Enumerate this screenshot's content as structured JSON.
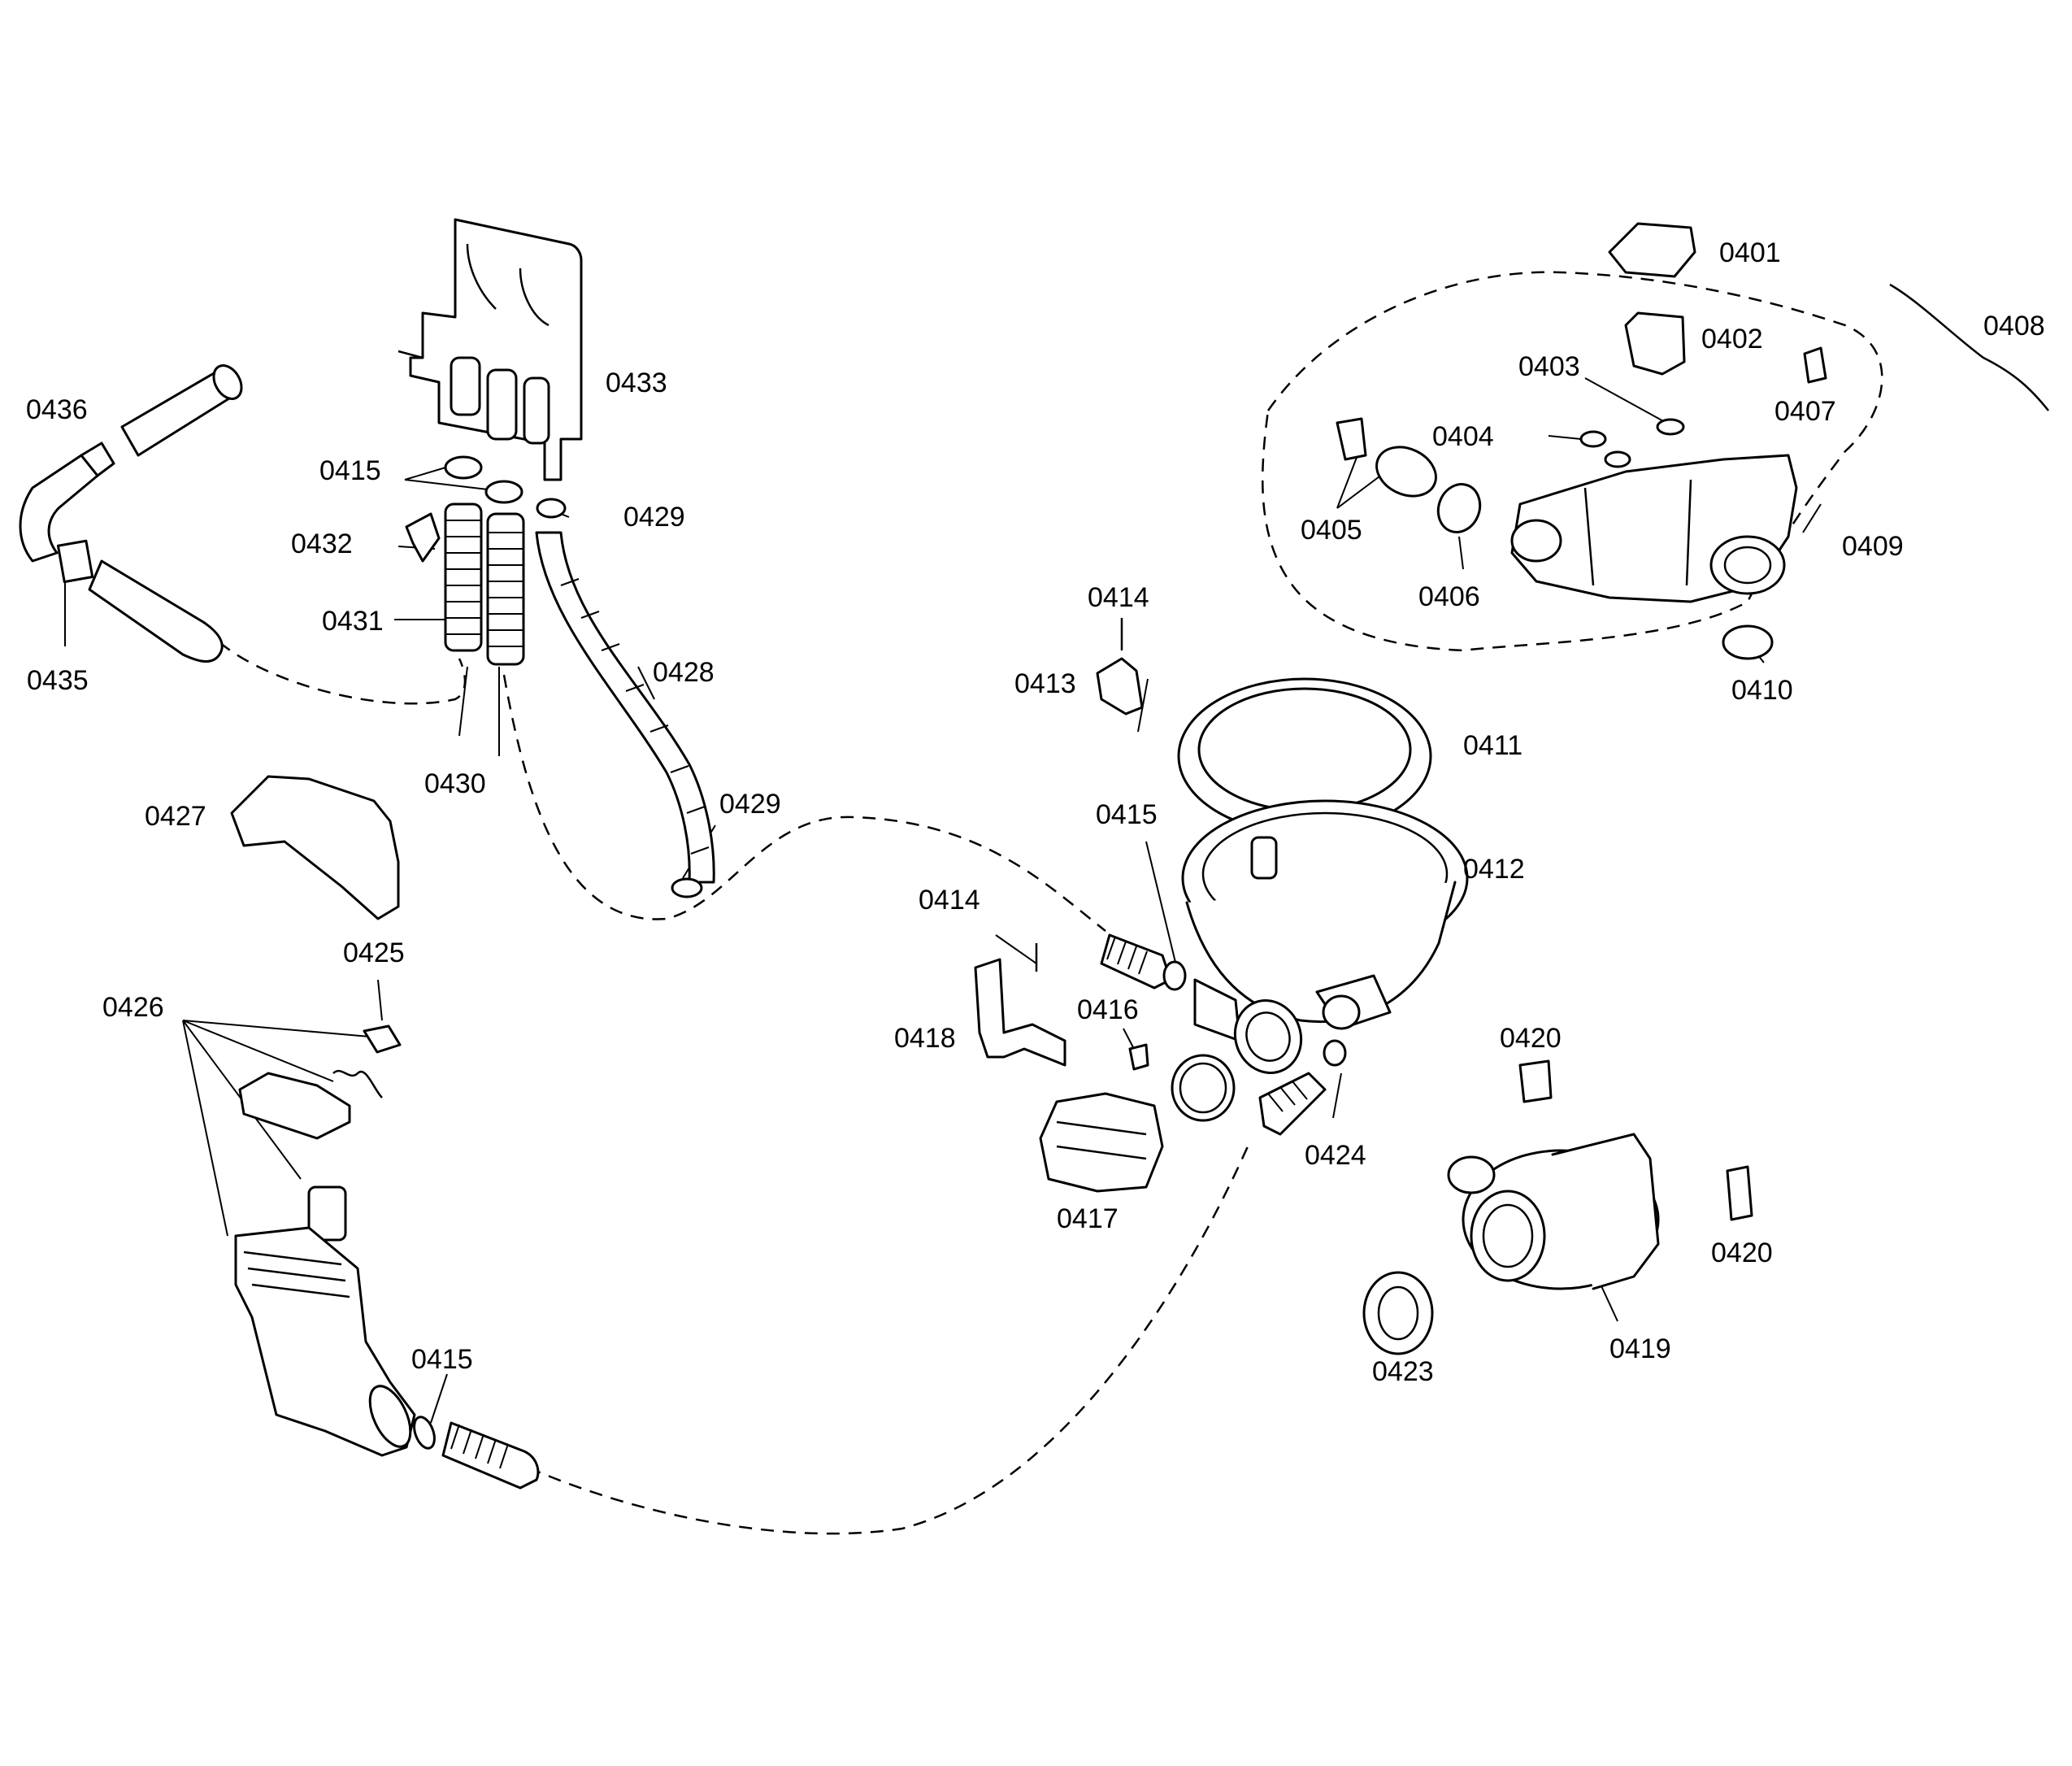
{
  "callouts": {
    "c0401": "0401",
    "c0402": "0402",
    "c0403": "0403",
    "c0404": "0404",
    "c0405": "0405",
    "c0406": "0406",
    "c0407": "0407",
    "c0408": "0408",
    "c0409": "0409",
    "c0410": "0410",
    "c0411": "0411",
    "c0412": "0412",
    "c0413": "0413",
    "c0414a": "0414",
    "c0414b": "0414",
    "c0415a": "0415",
    "c0415b": "0415",
    "c0415c": "0415",
    "c0416": "0416",
    "c0417": "0417",
    "c0418": "0418",
    "c0419": "0419",
    "c0420a": "0420",
    "c0420b": "0420",
    "c0423": "0423",
    "c0424": "0424",
    "c0425": "0425",
    "c0426": "0426",
    "c0427": "0427",
    "c0428": "0428",
    "c0429a": "0429",
    "c0429b": "0429",
    "c0430": "0430",
    "c0431": "0431",
    "c0432": "0432",
    "c0433": "0433",
    "c0435": "0435",
    "c0436": "0436"
  },
  "colors": {
    "line": "#000000",
    "background": "#ffffff"
  }
}
